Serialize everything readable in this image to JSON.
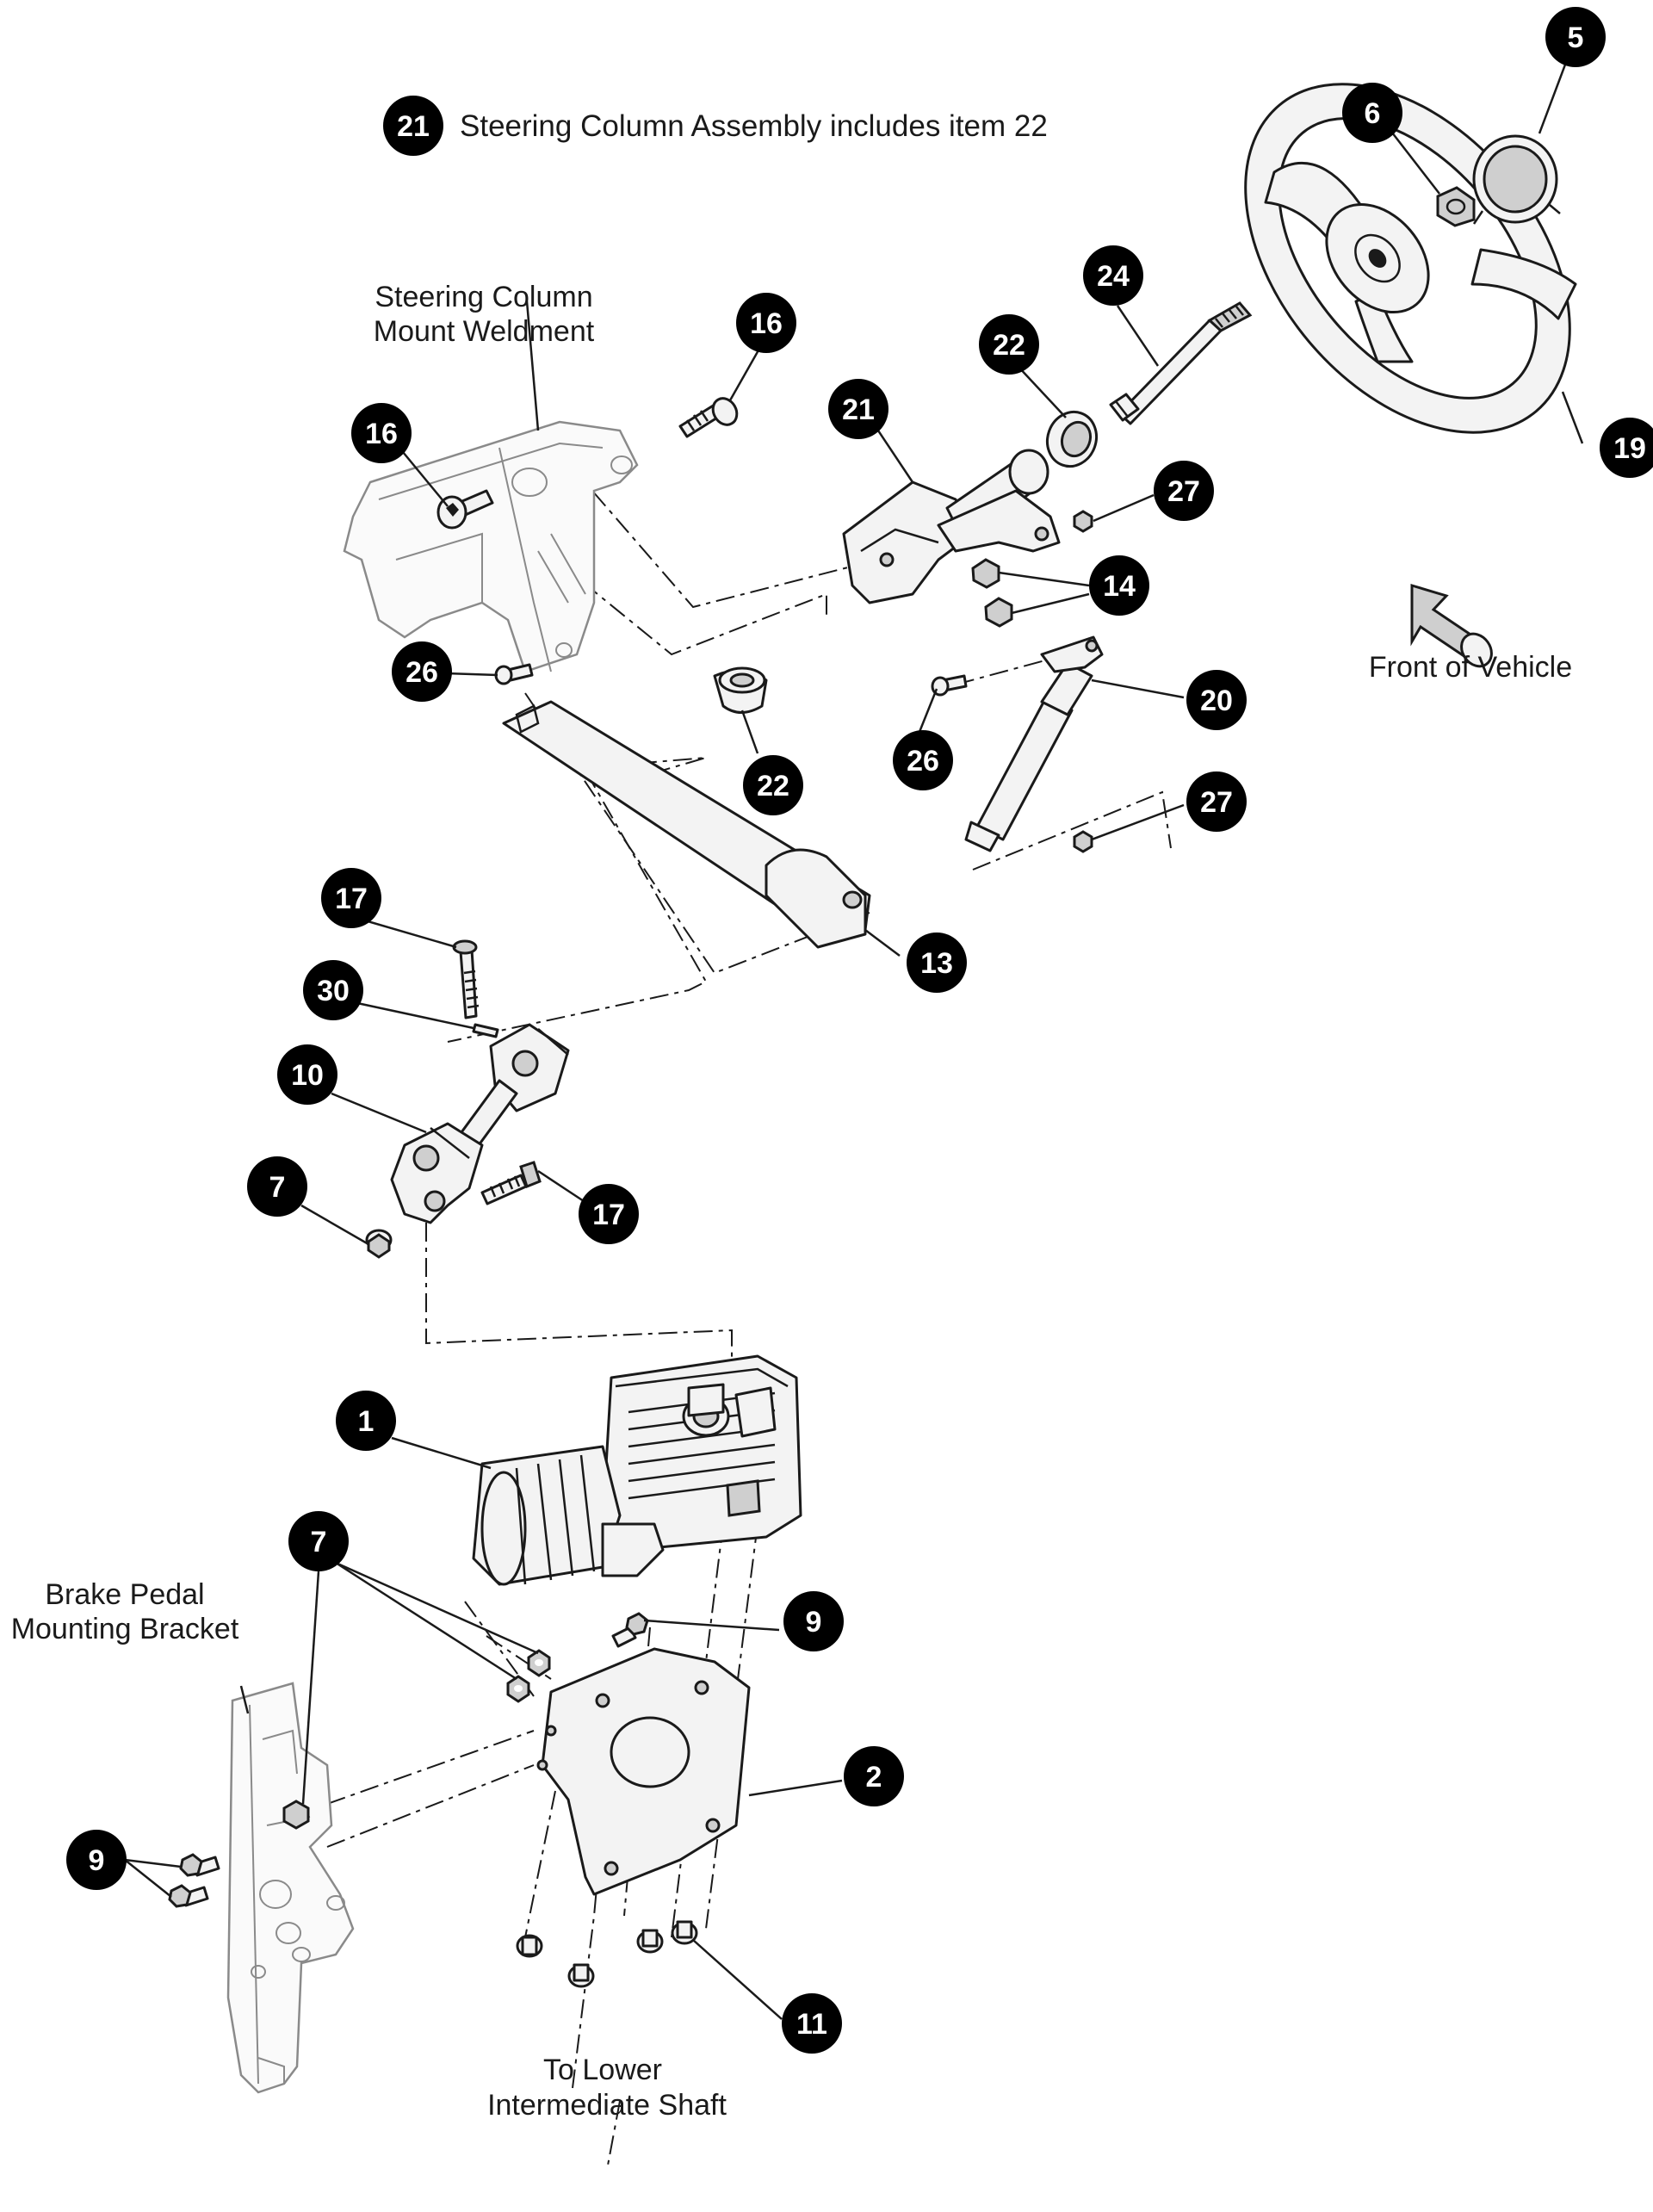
{
  "assembly_note": {
    "number": "21",
    "text": "Steering Column Assembly includes item 22"
  },
  "labels": {
    "mount_weldment": [
      "Steering Column",
      "Mount Weldment"
    ],
    "front_of_vehicle": "Front of Vehicle",
    "brake_bracket": [
      "Brake Pedal",
      "Mounting Bracket"
    ],
    "lower_shaft": [
      "To Lower",
      "Intermediate Shaft"
    ]
  },
  "callouts": [
    {
      "id": "c5",
      "number": "5"
    },
    {
      "id": "c6",
      "number": "6"
    },
    {
      "id": "c19",
      "number": "19"
    },
    {
      "id": "c24",
      "number": "24"
    },
    {
      "id": "c22a",
      "number": "22"
    },
    {
      "id": "c16a",
      "number": "16"
    },
    {
      "id": "c16b",
      "number": "16"
    },
    {
      "id": "c21",
      "number": "21"
    },
    {
      "id": "c27a",
      "number": "27"
    },
    {
      "id": "c14",
      "number": "14"
    },
    {
      "id": "c26a",
      "number": "26"
    },
    {
      "id": "c22b",
      "number": "22"
    },
    {
      "id": "c26b",
      "number": "26"
    },
    {
      "id": "c20",
      "number": "20"
    },
    {
      "id": "c27b",
      "number": "27"
    },
    {
      "id": "c13",
      "number": "13"
    },
    {
      "id": "c17a",
      "number": "17"
    },
    {
      "id": "c30",
      "number": "30"
    },
    {
      "id": "c10",
      "number": "10"
    },
    {
      "id": "c7a",
      "number": "7"
    },
    {
      "id": "c17b",
      "number": "17"
    },
    {
      "id": "c1",
      "number": "1"
    },
    {
      "id": "c7b",
      "number": "7"
    },
    {
      "id": "c9a",
      "number": "9"
    },
    {
      "id": "c2",
      "number": "2"
    },
    {
      "id": "c9b",
      "number": "9"
    },
    {
      "id": "c11",
      "number": "11"
    }
  ],
  "colors": {
    "ink": "#1a1a1a",
    "callout_fill": "#000000",
    "callout_text": "#ffffff",
    "part_fill": "#f3f3f3",
    "ghost_part_stroke": "#8a8a8a"
  },
  "icons": {
    "front_arrow": "front-of-vehicle-arrow-icon"
  }
}
